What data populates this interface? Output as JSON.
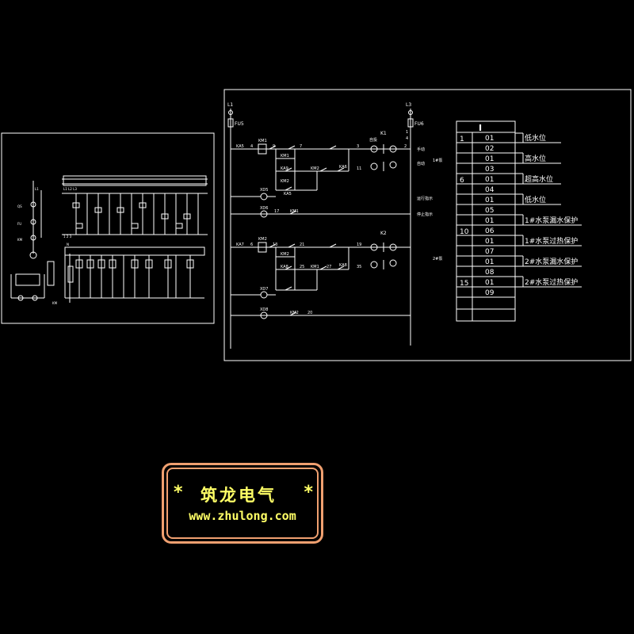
{
  "drawing": {
    "right_panel": {
      "bus_left": {
        "label": "L1",
        "fuse": "FU5"
      },
      "bus_right": {
        "label": "L3",
        "fuse": "FU6"
      },
      "relay_tags": [
        "KA5",
        "KM1",
        "KA9",
        "KM2",
        "KA6",
        "KM1",
        "KM2",
        "KA5",
        "XD5",
        "XD6",
        "17",
        "KM1",
        "KA7",
        "KM2",
        "KA8",
        "KM1",
        "KM2",
        "KA8",
        "XD7",
        "XD8",
        "KM2",
        "20"
      ],
      "node_numbers": [
        "4",
        "9",
        "7",
        "3",
        "2",
        "11",
        "6",
        "13",
        "21",
        "19",
        "25",
        "27",
        "35",
        "1",
        "4"
      ],
      "side_labels": [
        "K1",
        "K2",
        "自投",
        "手动",
        "自动",
        "1#泵",
        "2#泵",
        "运行指示",
        "停止指示"
      ],
      "table": {
        "header": "I",
        "row_numbers": [
          "1",
          "6",
          "10",
          "15"
        ],
        "codes": [
          "01",
          "02",
          "01",
          "03",
          "01",
          "04",
          "01",
          "05",
          "01",
          "06",
          "01",
          "07",
          "01",
          "08",
          "01",
          "09"
        ],
        "signal_labels": [
          "低水位",
          "高水位",
          "超高水位",
          "低水位",
          "1#水泵漏水保护",
          "1#水泵过热保护",
          "2#水泵漏水保护",
          "2#水泵过热保护"
        ]
      }
    }
  },
  "watermark": {
    "star_left": "*",
    "brand": "筑龙电气",
    "star_right": "*",
    "url": "www.zhulong.com"
  },
  "colors": {
    "background": "#000000",
    "lines": "#ffffff",
    "watermark_text": "#ffff66",
    "watermark_border": "#f0a070"
  }
}
